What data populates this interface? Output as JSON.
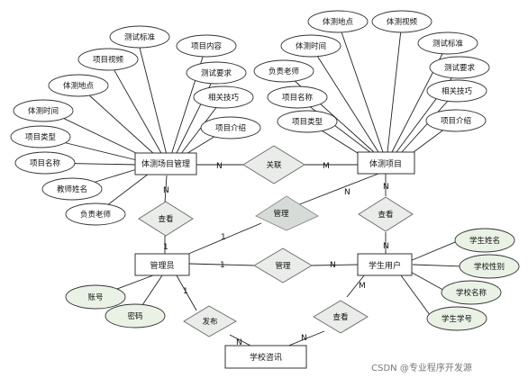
{
  "entities": {
    "fitness_test_site_mgmt": "体测场目管理",
    "test_item": "体测项目",
    "admin": "管理员",
    "student_user": "学生用户",
    "school_info": "学校咨讯"
  },
  "relationships": {
    "link": "关联",
    "view_top_left": "查看",
    "manage_diag": "管理",
    "view_right": "查看",
    "manage_mid": "管理",
    "publish": "发布",
    "view_bottom": "查看"
  },
  "attributes_site_mgmt": {
    "test_standard": "测试标准",
    "item_content": "项目内容",
    "item_video": "项目视频",
    "test_place": "体测地点",
    "test_requirement": "测试要求",
    "test_time": "体测时间",
    "related_skills": "相关技巧",
    "item_type": "项目类型",
    "item_intro": "项目介绍",
    "item_name": "项目名称",
    "teacher_name": "教师姓名",
    "teacher_in_charge": "负责老师"
  },
  "attributes_test_item": {
    "test_place": "体测地点",
    "test_video": "体测视频",
    "test_time": "体测时间",
    "test_standard": "测试标准",
    "teacher_in_charge": "负责老师",
    "test_requirement": "测试要求",
    "item_name": "项目名称",
    "related_skills": "相关技巧",
    "item_type": "项目类型",
    "item_intro": "项目介绍"
  },
  "attributes_admin": {
    "account": "账号",
    "password": "密码"
  },
  "attributes_student": {
    "student_name": "学生姓名",
    "school_gender": "学校性别",
    "school_name": "学校名称",
    "student_id": "学生学号"
  },
  "cardinalities": {
    "site_link": "N",
    "item_link": "M",
    "site_view": "N",
    "admin_view_top": "1",
    "manage_diag_admin": "1",
    "manage_diag_item": "N",
    "item_view": "N",
    "student_view_top": "N",
    "admin_manage": "1",
    "student_manage": "N",
    "admin_publish": "1",
    "info_publish": "N",
    "info_view": "N",
    "student_view_bottom": "M"
  },
  "watermark": "CSDN @专业程序开发源"
}
